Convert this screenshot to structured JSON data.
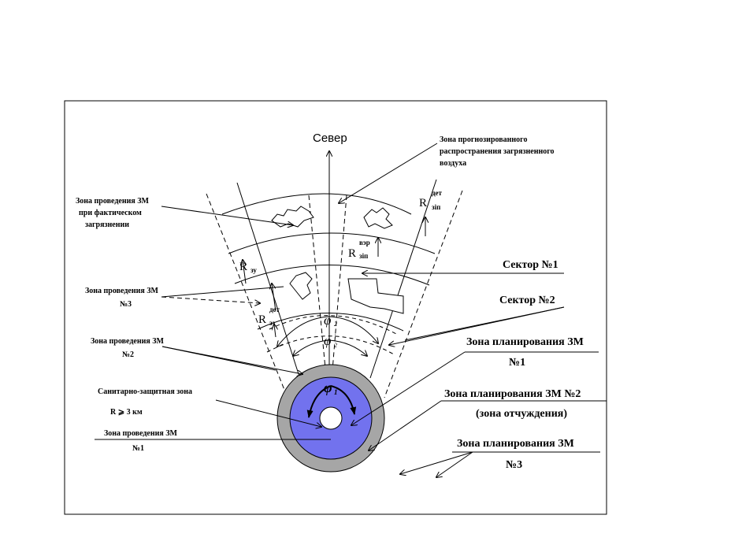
{
  "colors": {
    "frame": "#000000",
    "zone_outer": "#a6a6a6",
    "zone_inner": "#7272ee",
    "background": "#ffffff"
  },
  "labels": {
    "north": "Север",
    "forecast_zone": [
      "Зона прогнозированного",
      "распространения загрязненного",
      "воздуха"
    ],
    "actual_zone": [
      "Зона проведения ЗМ",
      "при фактическом",
      "загрязнении"
    ],
    "zm3_zone": [
      "Зона проведения ЗМ",
      "№3"
    ],
    "zm2_zone": [
      "Зона проведения ЗМ",
      "№2"
    ],
    "sanitary_zone": "Санитарно-защитная зона",
    "sanitary_radius": "R ⩾ 3 км",
    "zm1_zone": [
      "Зона проведения ЗМ",
      "№1"
    ],
    "sector1": "Сектор №1",
    "sector2": "Сектор №2",
    "planning1": [
      "Зона планирования ЗМ",
      "№1"
    ],
    "planning2": [
      "Зона планирования ЗМ №2",
      "(зона отчуждения)"
    ],
    "planning3": [
      "Зона планирования ЗМ",
      "№3"
    ]
  },
  "symbols": {
    "r_main": "R",
    "sup_det": "дет",
    "sub_zip": "зіп",
    "sup_vzr": "вэр",
    "sub_zu": "зу",
    "sub_zz": "зз",
    "phi1": "φ",
    "phi1_sub": "1",
    "phi2": "φ",
    "phi2_sub": "2",
    "phi2p_sub": "2",
    "prime": "'"
  }
}
